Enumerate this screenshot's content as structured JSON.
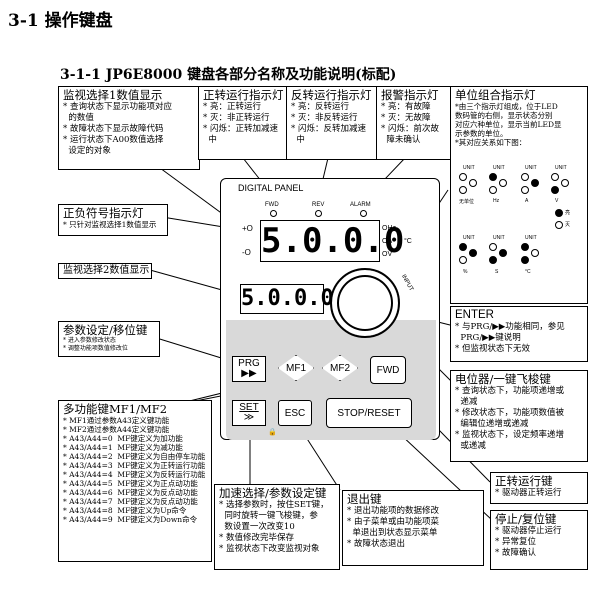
{
  "heading": "3-1  操作键盘",
  "subheading": "3-1-1   JP6E8000 键盘各部分名称及功能说明(标配)",
  "boxes": {
    "monitor1": {
      "title": "监视选择1数值显示",
      "lines": [
        "* 查询状态下显示功能项对应\n  的数值",
        "* 故障状态下显示故障代码",
        "* 运行状态下A00数值选择\n  设定的对象"
      ]
    },
    "fwd_led": {
      "title": "正转运行指示灯",
      "lines": [
        "* 亮：正转运行",
        "* 灭：非正转运行",
        "* 闪烁：正转加减速\n  中"
      ]
    },
    "rev_led": {
      "title": "反转运行指示灯",
      "lines": [
        "* 亮：反转运行",
        "* 灭：非反转运行",
        "* 闪烁：反转加减速\n  中"
      ]
    },
    "alarm_led": {
      "title": "报警指示灯",
      "lines": [
        "* 亮：有故障",
        "* 灭：无故障",
        "* 闪烁：前次故\n  障未确认"
      ]
    },
    "unit_led": {
      "title": "单位组合指示灯",
      "lines": [
        "*由三个指示灯组成，位于LED\n数码管的右侧，显示状态分别\n对应六种单位，显示当前LED显\n示参数的单位。",
        "*其对应关系如下图："
      ]
    },
    "sign_led": {
      "title": "正负符号指示灯",
      "lines": [
        "* 只针对监视选择1数值显示"
      ]
    },
    "monitor2": {
      "title": "监视选择2数值显示",
      "lines": []
    },
    "param_key": {
      "title": "参数设定/移位键",
      "lines": [
        "* 进入参数修改状态",
        "* 调整功能项数值修改位"
      ]
    },
    "enter_box": {
      "title": "ENTER",
      "lines": [
        "* 与PRG/▶▶功能相同，参见\n  PRG/▶▶键说明",
        "* 但监视状态下无效"
      ]
    },
    "pot_box": {
      "title": "电位器/一键飞梭键",
      "lines": [
        "* 查询状态下，功能项递增或\n  递减",
        "* 修改状态下，功能项数值被\n  编辑位递增或递减",
        "* 监视状态下，设定频率递增\n  或递减"
      ]
    },
    "mf_box": {
      "title": "多功能键MF1/MF2",
      "lines": [
        "* MF1通过参数A43定义键功能",
        "* MF2通过参数A44定义键功能",
        "* A43/A44=0  MF键定义为加功能",
        "* A43/A44=1  MF键定义为减功能",
        "* A43/A44=2  MF键定义为自由停车功能",
        "* A43/A44=3  MF键定义为正转运行功能",
        "* A43/A44=4  MF键定义为反转运行功能",
        "* A43/A44=5  MF键定义为正点动功能",
        "* A43/A44=6  MF键定义为反点动功能",
        "* A43/A44=7  MF键定义为反点动功能",
        "* A43/A44=8  MF键定义为Up命令",
        "* A43/A44=9  MF键定义为Down命令"
      ]
    },
    "set_box": {
      "title": "加速选择/参数设定键",
      "lines": [
        "* 选择参数时，按住SET键，\n  同时旋转一键飞梭键，参\n  数设置一次改变10",
        "* 数值修改完毕保存",
        "* 监视状态下改变监视对象"
      ]
    },
    "esc_box": {
      "title": "退出键",
      "lines": [
        "* 退出功能项的数据修改",
        "* 由子菜单或由功能项菜\n  单退出到状态显示菜单",
        "* 故障状态退出"
      ]
    },
    "fwdkey_box": {
      "title": "正转运行键",
      "lines": [
        "* 驱动器正转运行"
      ]
    },
    "stop_box": {
      "title": "停止/复位键",
      "lines": [
        "* 驱动器停止运行",
        "* 异常复位",
        "* 故障确认"
      ]
    }
  },
  "panel": {
    "title": "DIGITAL PANEL",
    "led_fwd": "FWD",
    "led_rev": "REV",
    "led_alarm": "ALARM",
    "display1": "5.0.0.0",
    "display2": "5.0.0.0",
    "sign_plus": "+O",
    "sign_minus": "-O",
    "unit_hz": "OHz",
    "unit_a": "OA",
    "unit_v": "OV",
    "unit_c": "°C",
    "dial_label": "INPUT",
    "keys": {
      "prg": "PRG",
      "mf1": "MF1",
      "mf2": "MF2",
      "fwd": "FWD",
      "set": "SET",
      "esc": "ESC",
      "stop": "STOP/RESET"
    }
  },
  "unit_table": {
    "header": "UNIT",
    "labels": [
      "无单位",
      "Hz",
      "A",
      "V",
      "",
      "%",
      "S",
      "°C"
    ],
    "legend_on": "亮",
    "legend_off": "灭"
  }
}
